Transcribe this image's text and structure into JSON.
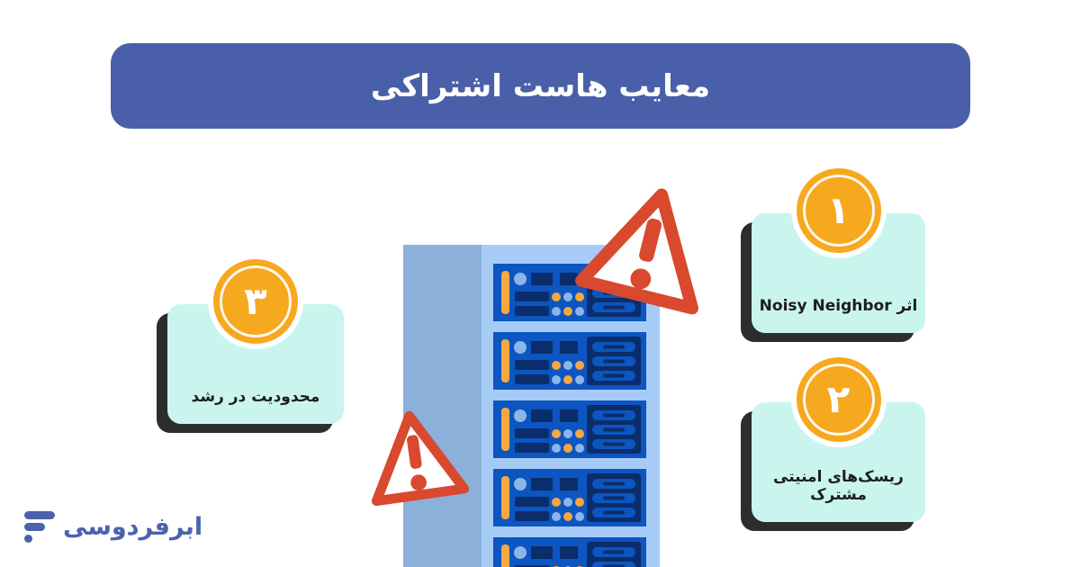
{
  "title_banner": {
    "text": "معایب هاست اشتراکی"
  },
  "cards": [
    {
      "number": "۱",
      "label": "اثر Noisy Neighbor"
    },
    {
      "number": "۲",
      "label": "ریسک‌های امنیتی مشترک"
    },
    {
      "number": "۳",
      "label": "محدودیت در رشد"
    }
  ],
  "logo": {
    "text": "ابرفردوسی"
  },
  "illustration": {
    "rack_icon": "server-rack-icon",
    "warning_icons": [
      "warning-triangle-large-icon",
      "warning-triangle-small-icon"
    ],
    "server_unit_count": 5
  },
  "colors": {
    "banner-bg": "#4a5fa9",
    "card-bg": "#c9f5ee",
    "card-shadow": "#2d2d2d",
    "badge-orange": "#f6a81f",
    "warning-red": "#d8492e",
    "rack-side": "#8bb0d9",
    "rack-front": "#a7cbf7",
    "server-blue": "#0d55c0",
    "server-navy": "#0a2d6b",
    "server-accent-orange": "#f5a83f",
    "server-dot-blue": "#8cb6e8",
    "logo-blue": "#4a63ac",
    "text-dark": "#1d1d1d",
    "page-bg": "#ffffff"
  }
}
